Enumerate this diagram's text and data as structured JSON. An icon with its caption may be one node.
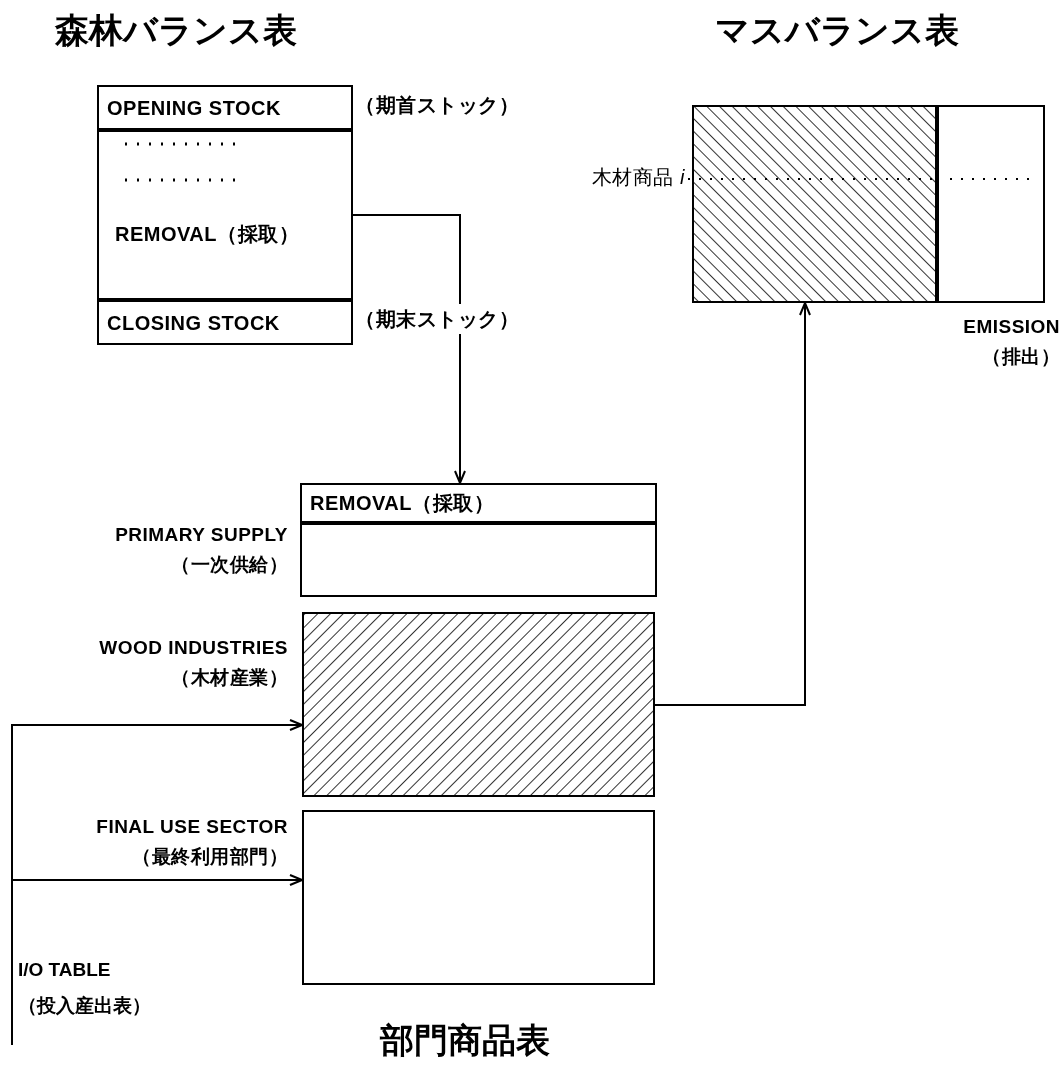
{
  "diagram": {
    "nodes": [
      {
        "text": [
          "OPENING STOCK"
        ],
        "beside": [
          "（期首ストック）"
        ]
      },
      {
        "text": [
          "REMOVAL（採取）"
        ]
      },
      {
        "text": [
          "CLOSING STOCK"
        ],
        "beside": [
          "（期末ストック）"
        ]
      },
      {
        "text": [],
        "shape": "box",
        "beside": [
          "木材商品 *i*"
        ]
      },
      {
        "text": [],
        "shape": "box",
        "beside": [
          "EMISSION （排出）"
        ]
      },
      {
        "text": [
          "REMOVAL（採取）"
        ]
      },
      {
        "text": [],
        "shape": "box",
        "beside": [
          "PRIMARY SUPPLY （一次供給）"
        ]
      },
      {
        "text": [],
        "shape": "box",
        "beside": [
          "WOOD INDUSTRIES （木材産業）"
        ]
      },
      {
        "text": [],
        "shape": "box",
        "beside": [
          "FINAL USE SECTOR （最終利用部門）"
        ]
      }
    ],
    "edges": [
      {
        "from": 1,
        "to": 5,
        "arrow": "to"
      },
      {
        "from": 7,
        "to": 3,
        "arrow": "to"
      },
      {
        "from": null,
        "to": 7,
        "arrow": "to"
      },
      {
        "from": null,
        "to": 8,
        "arrow": "to"
      }
    ],
    "labels": [
      "森林バランス表",
      "マスバランス表",
      "I/O TABLE （投入産出表）",
      "部門商品表"
    ]
  }
}
